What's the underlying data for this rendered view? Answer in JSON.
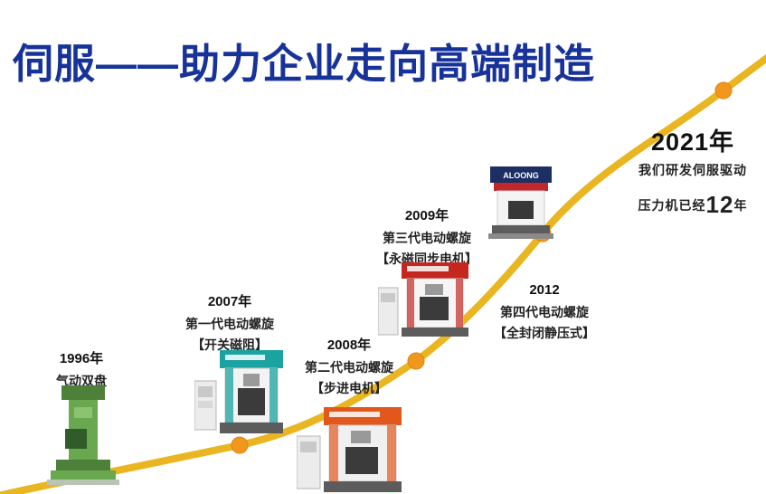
{
  "title": "伺服——助力企业走向高端制造",
  "colors": {
    "title_blue": "#17339a",
    "curve_gold": "#e9b520",
    "dot_orange": "#f0971d",
    "machine_1996_green": "#69a84e",
    "machine_2007_teal": "#1aa3a0",
    "machine_2008_orange": "#e2571c",
    "machine_2009_red": "#c5271f",
    "machine_2012_navy": "#1c2f63"
  },
  "milestones": [
    {
      "id": "1996",
      "year": "1996年",
      "line1": "气动双盘"
    },
    {
      "id": "2007",
      "year": "2007年",
      "line1": "第一代电动螺旋",
      "line2": "【开关磁阻】"
    },
    {
      "id": "2008",
      "year": "2008年",
      "line1": "第二代电动螺旋",
      "line2": "【步进电机】"
    },
    {
      "id": "2009",
      "year": "2009年",
      "line1": "第三代电动螺旋",
      "line2": "【永磁同步电机】"
    },
    {
      "id": "2012",
      "year": "2012",
      "line1": "第四代电动螺旋",
      "line2": "【全封闭静压式】"
    },
    {
      "id": "2021",
      "year": "2021年",
      "line1": "我们研发伺服驱动",
      "line2_prefix": "压力机已经",
      "line2_number": "12",
      "line2_suffix": "年"
    }
  ],
  "machine_label": "ALOONG"
}
